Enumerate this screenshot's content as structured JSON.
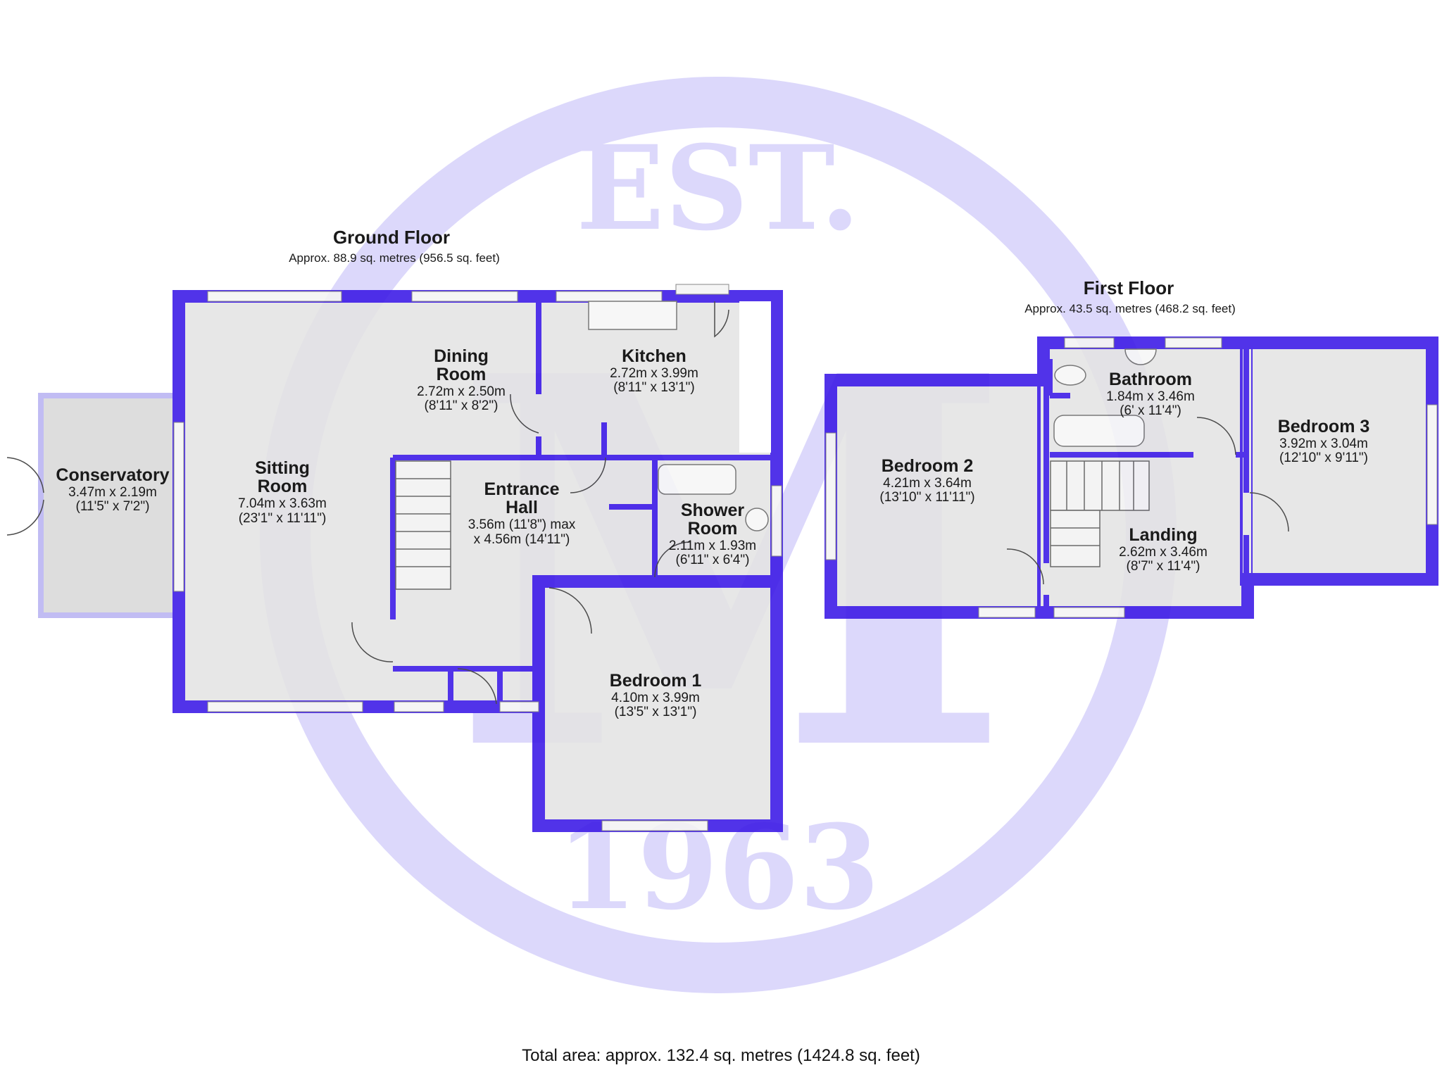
{
  "watermark": {
    "top_text": "EST.",
    "monogram": "M",
    "year": "1963",
    "color": "#dcd8fb"
  },
  "colors": {
    "wall": "#3a17e6",
    "room_fill": "#e4e4e4",
    "conservatory_fill": "#d9d9d9",
    "window": "#f4f4f4"
  },
  "ground_floor": {
    "title": "Ground Floor",
    "area": "Approx. 88.9 sq. metres (956.5 sq. feet)",
    "rooms": [
      {
        "name": [
          "Conservatory"
        ],
        "dims": [
          "3.47m x 2.19m",
          "(11'5\" x 7'2\")"
        ]
      },
      {
        "name": [
          "Sitting",
          "Room"
        ],
        "dims": [
          "7.04m x 3.63m",
          "(23'1\" x 11'11\")"
        ]
      },
      {
        "name": [
          "Dining",
          "Room"
        ],
        "dims": [
          "2.72m x 2.50m",
          "(8'11\" x 8'2\")"
        ]
      },
      {
        "name": [
          "Kitchen"
        ],
        "dims": [
          "2.72m x 3.99m",
          "(8'11\" x 13'1\")"
        ]
      },
      {
        "name": [
          "Entrance",
          "Hall"
        ],
        "dims": [
          "3.56m (11'8\") max",
          "x 4.56m (14'11\")"
        ]
      },
      {
        "name": [
          "Shower",
          "Room"
        ],
        "dims": [
          "2.11m x 1.93m",
          "(6'11\" x 6'4\")"
        ]
      },
      {
        "name": [
          "Bedroom 1"
        ],
        "dims": [
          "4.10m x 3.99m",
          "(13'5\" x 13'1\")"
        ]
      }
    ]
  },
  "first_floor": {
    "title": "First Floor",
    "area": "Approx. 43.5 sq. metres (468.2 sq. feet)",
    "rooms": [
      {
        "name": [
          "Bedroom 2"
        ],
        "dims": [
          "4.21m x 3.64m",
          "(13'10\" x 11'11\")"
        ]
      },
      {
        "name": [
          "Bathroom"
        ],
        "dims": [
          "1.84m x 3.46m",
          "(6' x 11'4\")"
        ]
      },
      {
        "name": [
          "Bedroom 3"
        ],
        "dims": [
          "3.92m x 3.04m",
          "(12'10\" x 9'11\")"
        ]
      },
      {
        "name": [
          "Landing"
        ],
        "dims": [
          "2.62m x 3.46m",
          "(8'7\" x 11'4\")"
        ]
      }
    ]
  },
  "total_area": "Total area: approx. 132.4 sq. metres (1424.8 sq. feet)"
}
